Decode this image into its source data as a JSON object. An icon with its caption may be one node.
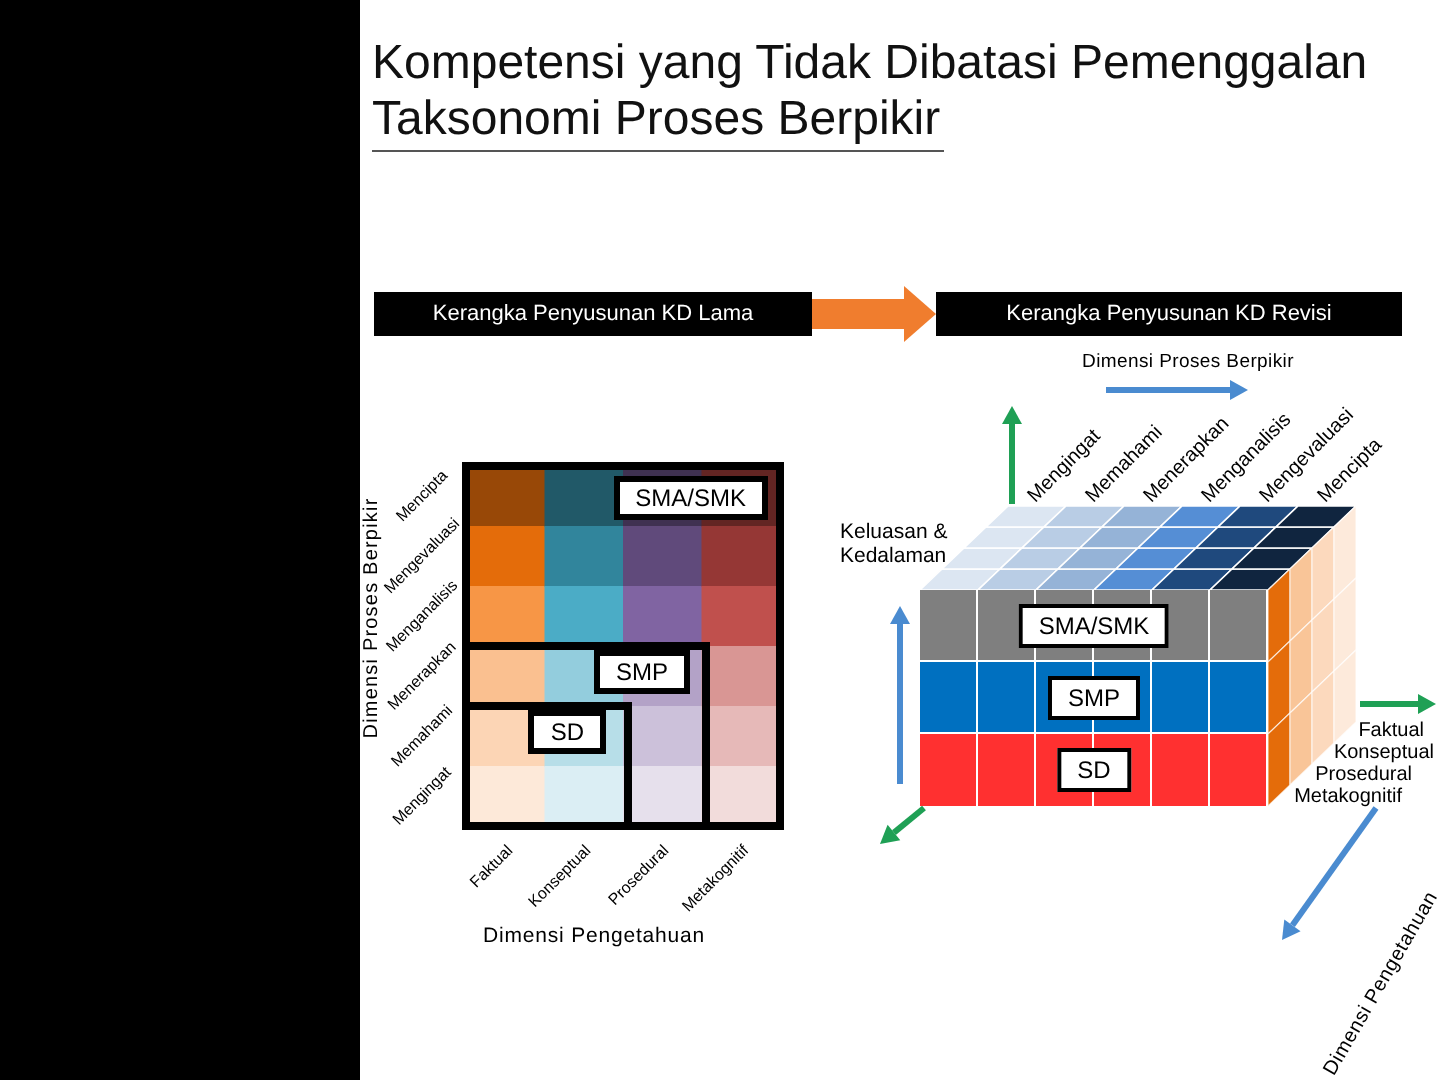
{
  "diagram": {
    "title": "Kompetensi yang Tidak Dibatasi Pemenggalan Taksonomi Proses Berpikir",
    "nodes": [
      {
        "text": [
          "Kerangka Penyusunan KD Lama"
        ]
      },
      {
        "text": [
          "Kerangka Penyusunan KD Revisi"
        ]
      },
      {
        "text": [
          "SMA/SMK"
        ]
      },
      {
        "text": [
          "SMP"
        ],
        "in": 2
      },
      {
        "text": [
          "SD"
        ],
        "in": 3
      },
      {
        "text": [
          "SMA/SMK"
        ]
      },
      {
        "text": [
          "SMP"
        ]
      },
      {
        "text": [
          "SD"
        ]
      }
    ],
    "edges": [
      {
        "from": 0,
        "to": 1,
        "arrow": "to"
      }
    ],
    "labels": [
      "Dimensi Proses Berpikir",
      "Mencipta",
      "Mengevaluasi",
      "Menganalisis",
      "Menerapkan",
      "Memahami",
      "Mengingat",
      "Faktual",
      "Konseptual",
      "Prosedural",
      "Metakognitif",
      "Dimensi Pengetahuan",
      "Dimensi Proses Berpikir",
      "Mengingat",
      "Memahami",
      "Menerapkan",
      "Menganalisis",
      "Mengevaluasi",
      "Mencipta",
      "Keluasan & Kedalaman",
      "Faktual",
      "Konseptual",
      "Prosedural",
      "Metakognitif",
      "Dimensi Pengetahuan"
    ]
  }
}
